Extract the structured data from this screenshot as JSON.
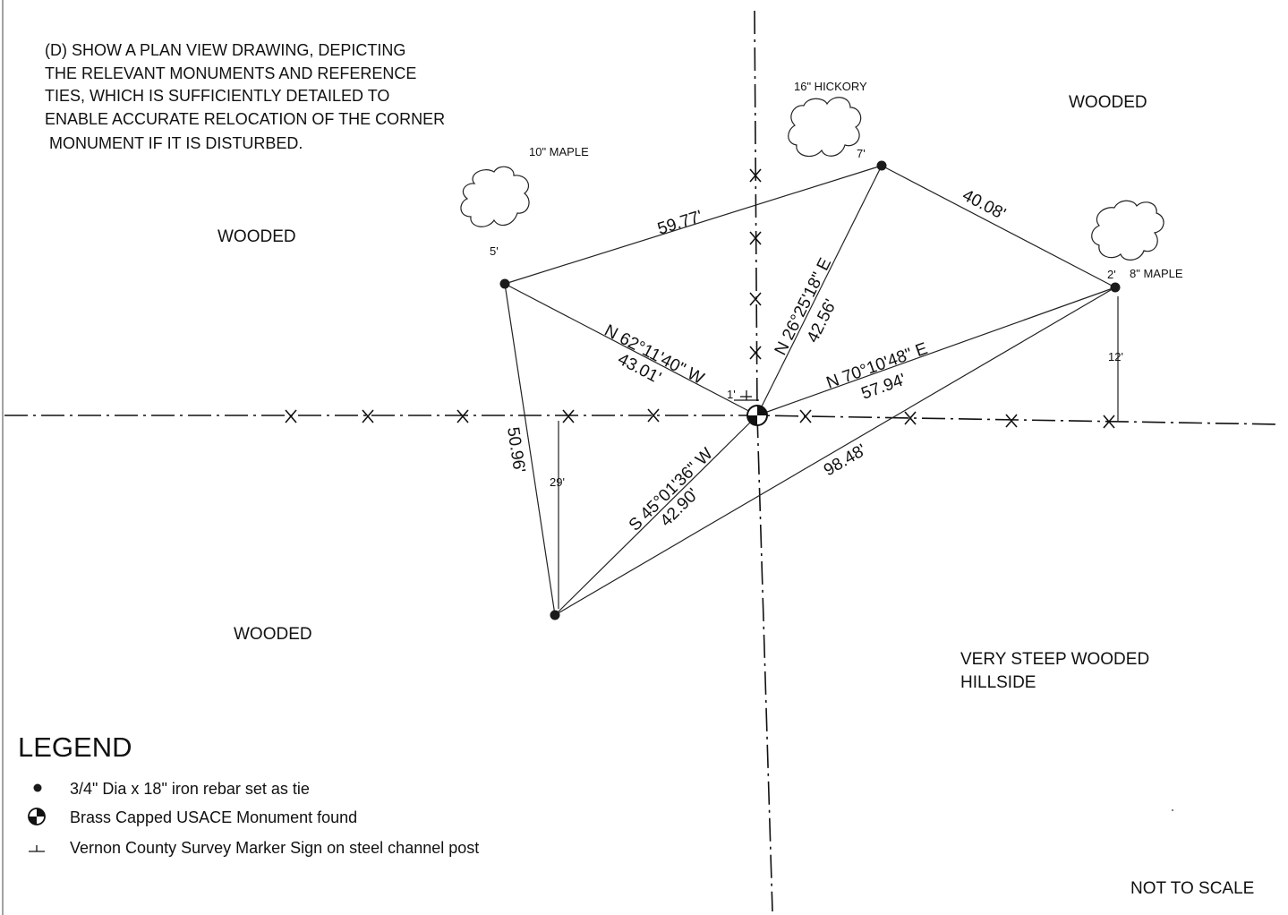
{
  "note": {
    "lines": [
      "(D) SHOW A PLAN VIEW DRAWING, DEPICTING",
      "THE RELEVANT MONUMENTS AND REFERENCE",
      "TIES, WHICH IS SUFFICIENTLY DETAILED TO",
      "ENABLE ACCURATE RELOCATION OF THE CORNER",
      " MONUMENT IF IT IS DISTURBED."
    ]
  },
  "areas": {
    "wooded_nw": "WOODED",
    "wooded_ne": "WOODED",
    "wooded_sw": "WOODED",
    "hillside": [
      "VERY STEEP WOODED",
      "HILLSIDE"
    ]
  },
  "trees": {
    "maple_10": "10\" MAPLE",
    "hickory_16": "16\" HICKORY",
    "maple_8": "8\" MAPLE"
  },
  "offsets": {
    "ref_5": "5'",
    "ref_7": "7'",
    "ref_2": "2'",
    "sign": "1'",
    "perp_12": "12'",
    "perp_29": "29'"
  },
  "measurements": {
    "d_5977": "59.77'",
    "d_4008": "40.08'",
    "b_n26": "N 26°25'18\" E",
    "d_4256": "42.56'",
    "b_n62": "N 62°11'40\" W",
    "d_4301": "43.01'",
    "b_n70": "N 70°10'48\" E",
    "d_5794": "57.94'",
    "d_5096": "50.96'",
    "b_s45": "S 45°01'36\" W",
    "d_4290": "42.90'",
    "d_9848": "98.48'"
  },
  "legend": {
    "title": "LEGEND",
    "items": [
      {
        "icon": "rebar-dot-icon",
        "label": "3/4\" Dia x 18\" iron rebar set as tie"
      },
      {
        "icon": "brass-monument-icon",
        "label": "Brass Capped USACE Monument found"
      },
      {
        "icon": "survey-sign-icon",
        "label": "Vernon County Survey Marker Sign on steel channel post"
      }
    ]
  },
  "footer": {
    "scale_note": "NOT TO SCALE"
  }
}
